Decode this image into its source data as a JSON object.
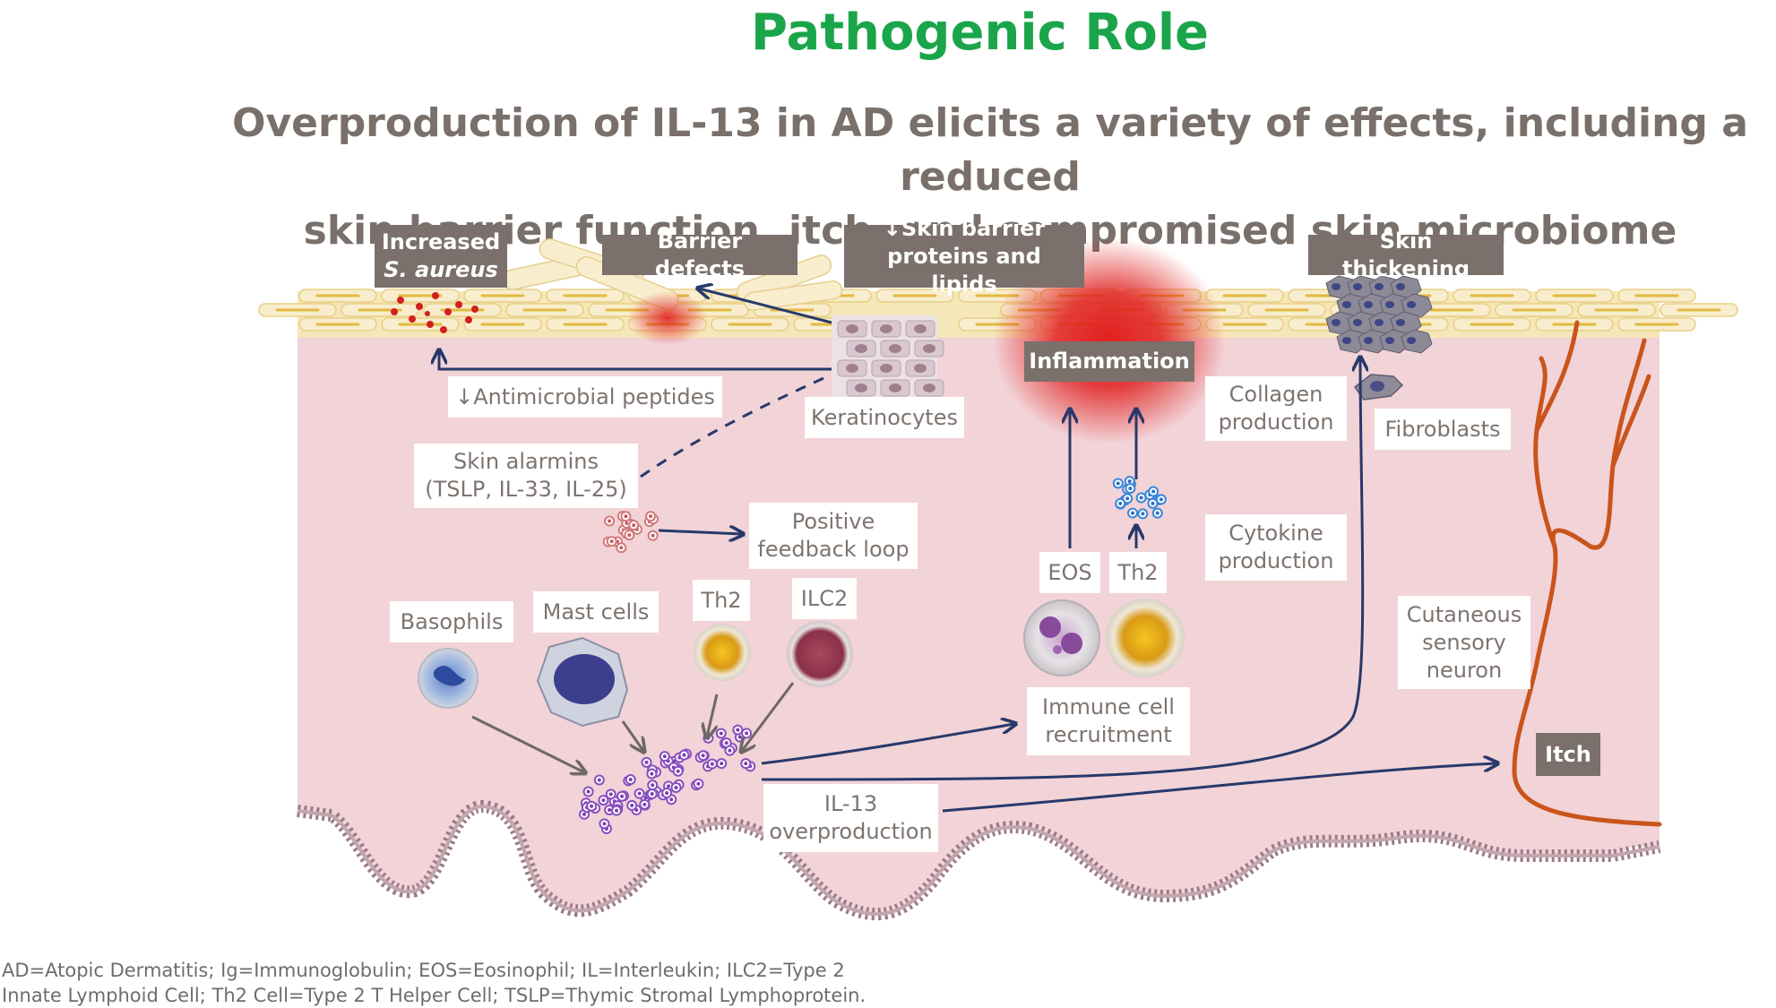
{
  "header": {
    "title": "Pathogenic Role",
    "subtitle_line1": "Overproduction of IL-13 in AD elicits a variety of effects, including a reduced",
    "subtitle_line2": "skin barrier function, itch, and compromised skin microbiome"
  },
  "labels": {
    "increased_line1": "Increased",
    "increased_line2": "S. aureus",
    "barrier_defects": "Barrier defects",
    "skin_barrier_line1": "↓Skin barrier",
    "skin_barrier_line2": "proteins and lipids",
    "skin_thickening": "Skin thickening",
    "inflammation": "Inflammation",
    "antimicrobial": "↓Antimicrobial peptides",
    "keratinocytes": "Keratinocytes",
    "collagen_line1": "Collagen",
    "collagen_line2": "production",
    "fibroblasts": "Fibroblasts",
    "alarmins_line1": "Skin alarmins",
    "alarmins_line2": "(TSLP, IL-33, IL-25)",
    "feedback_line1": "Positive",
    "feedback_line2": "feedback loop",
    "cytokine_line1": "Cytokine",
    "cytokine_line2": "production",
    "eos": "EOS",
    "th2_upper": "Th2",
    "basophils": "Basophils",
    "mast_cells": "Mast cells",
    "th2_lower": "Th2",
    "ilc2": "ILC2",
    "cutaneous_line1": "Cutaneous",
    "cutaneous_line2": "sensory",
    "cutaneous_line3": "neuron",
    "immune_line1": "Immune cell",
    "immune_line2": "recruitment",
    "itch": "Itch",
    "il13_line1": "IL-13",
    "il13_line2": "overproduction"
  },
  "footer": {
    "line1": "AD=Atopic Dermatitis; Ig=Immunoglobulin; EOS=Eosinophil; IL=Interleukin; ILC2=Type 2",
    "line2": "Innate Lymphoid Cell; Th2 Cell=Type 2 T Helper Cell; TSLP=Thymic Stromal Lymphoprotein."
  },
  "colors": {
    "title": "#1aa54a",
    "subtitle": "#7a706b",
    "dermis": "#f2d3d7",
    "epidermis": "#f8edcd",
    "arrow": "#27396a",
    "neuron": "#c9541c",
    "inflammation": "#e0201f",
    "dark_label": "#7b706b"
  }
}
